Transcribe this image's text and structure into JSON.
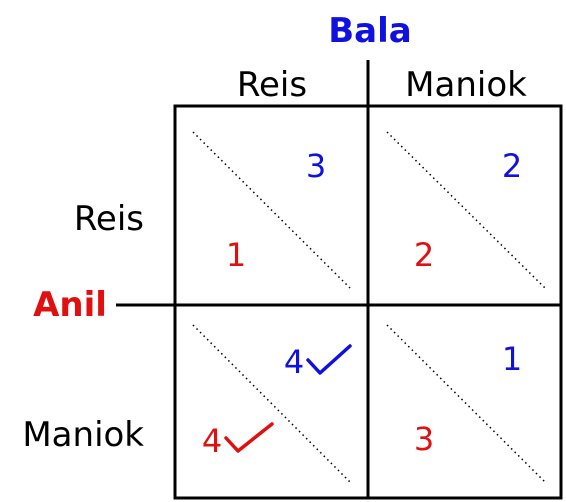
{
  "column_player": {
    "name": "Bala",
    "color": "#1010e0"
  },
  "row_player": {
    "name": "Anil",
    "color": "#e01010"
  },
  "column_strategies": [
    "Reis",
    "Maniok"
  ],
  "row_strategies": [
    "Reis",
    "Maniok"
  ],
  "cells": [
    {
      "row": "Reis",
      "col": "Reis",
      "bala": "3",
      "anil": "1",
      "bala_best": false,
      "anil_best": false
    },
    {
      "row": "Reis",
      "col": "Maniok",
      "bala": "2",
      "anil": "2",
      "bala_best": false,
      "anil_best": false
    },
    {
      "row": "Maniok",
      "col": "Reis",
      "bala": "4",
      "anil": "4",
      "bala_best": true,
      "anil_best": true
    },
    {
      "row": "Maniok",
      "col": "Maniok",
      "bala": "1",
      "anil": "3",
      "bala_best": false,
      "anil_best": false
    }
  ],
  "best_response_mark": "check-icon"
}
